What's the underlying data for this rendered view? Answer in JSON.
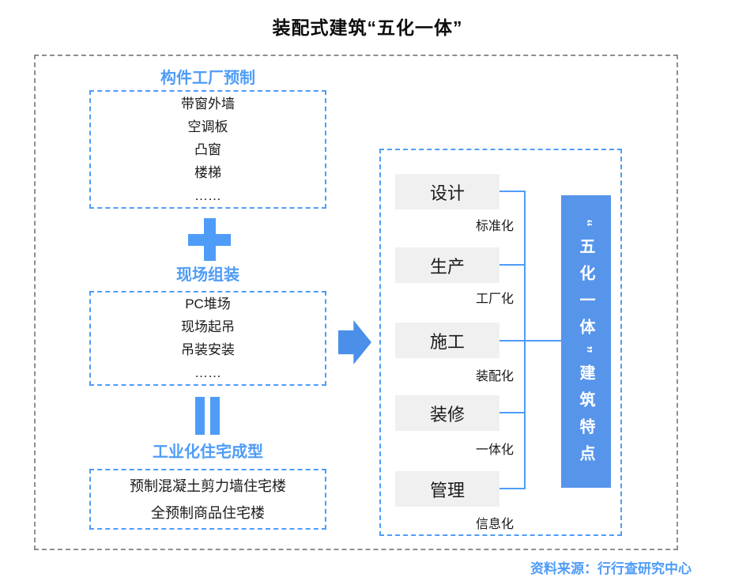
{
  "title": "装配式建筑“五化一体”",
  "colors": {
    "accent_blue": "#4f9cf8",
    "result_box_blue": "#5795eb",
    "stage_box_gray": "#f0f0f0",
    "outer_frame_gray": "#8f8f8f"
  },
  "left_flow": {
    "step1": {
      "heading": "构件工厂预制",
      "items": [
        "带窗外墙",
        "空调板",
        "凸窗",
        "楼梯",
        "……"
      ]
    },
    "operator1": "plus",
    "step2": {
      "heading": "现场组装",
      "items": [
        "PC堆场",
        "现场起吊",
        "吊装安装",
        "……"
      ]
    },
    "operator2": "equals",
    "step3": {
      "heading": "工业化住宅成型",
      "items": [
        "预制混凝土剪力墙住宅楼",
        "全预制商品住宅楼"
      ]
    }
  },
  "right_panel": {
    "stages": [
      {
        "label": "设计",
        "tag": "标准化"
      },
      {
        "label": "生产",
        "tag": "工厂化"
      },
      {
        "label": "施工",
        "tag": "装配化"
      },
      {
        "label": "装修",
        "tag": "一体化"
      },
      {
        "label": "管理",
        "tag": "信息化"
      }
    ],
    "result": "“五化一体”建筑特点"
  },
  "source": "资料来源：行行查研究中心"
}
